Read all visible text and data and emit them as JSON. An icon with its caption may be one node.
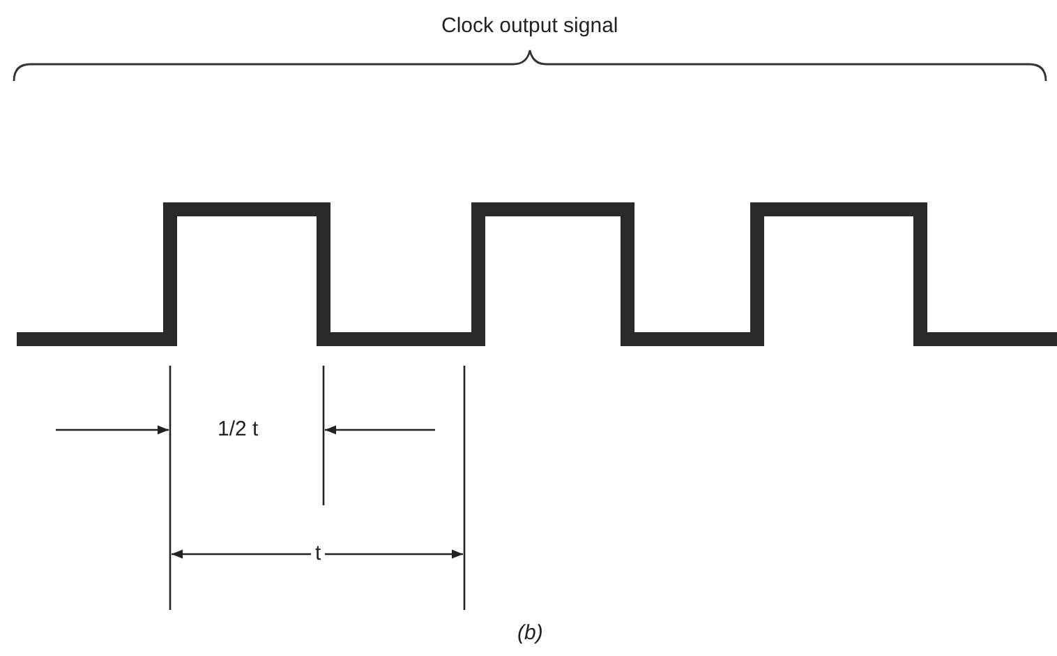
{
  "diagram": {
    "title": "Clock output signal",
    "labels": [
      "1/2 t",
      "t"
    ],
    "caption": "(b)"
  }
}
